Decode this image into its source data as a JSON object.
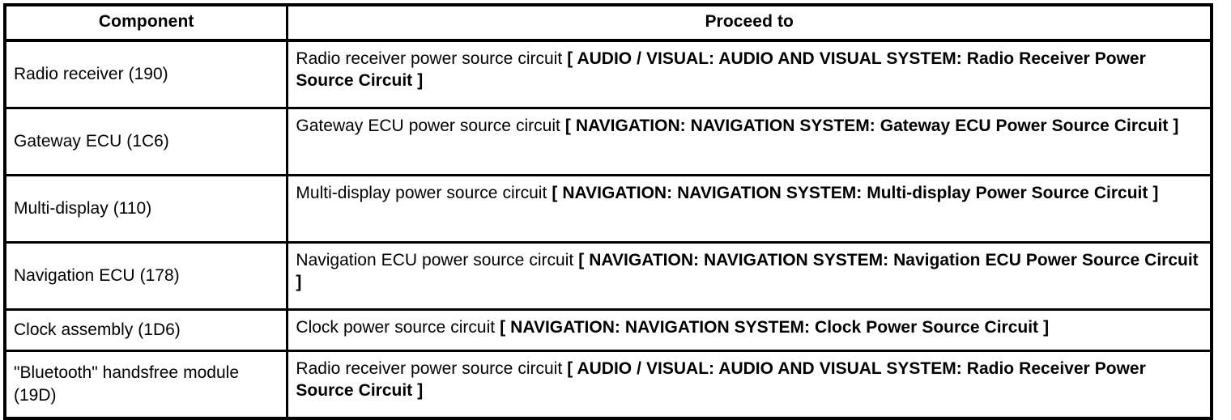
{
  "table": {
    "headers": {
      "component": "Component",
      "proceed_to": "Proceed to"
    },
    "rows": [
      {
        "component": "Radio receiver (190)",
        "proceed_text": "Radio receiver power source circuit ",
        "proceed_ref": "[ AUDIO / VISUAL: AUDIO AND VISUAL SYSTEM: Radio Receiver Power Source Circuit ]",
        "height": "tall"
      },
      {
        "component": "Gateway ECU (1C6)",
        "proceed_text": "Gateway ECU power source circuit ",
        "proceed_ref": "[ NAVIGATION: NAVIGATION SYSTEM: Gateway ECU Power Source Circuit ]",
        "height": "tall"
      },
      {
        "component": "Multi-display (110)",
        "proceed_text": "Multi-display power source circuit ",
        "proceed_ref": "[ NAVIGATION: NAVIGATION SYSTEM: Multi-display Power Source Circuit ]",
        "height": "tall"
      },
      {
        "component": "Navigation ECU (178)",
        "proceed_text": "Navigation ECU power source circuit ",
        "proceed_ref": "[ NAVIGATION: NAVIGATION SYSTEM: Navigation ECU Power Source Circuit ]",
        "height": "tall"
      },
      {
        "component": "Clock assembly (1D6)",
        "proceed_text": "Clock power source circuit ",
        "proceed_ref": "[ NAVIGATION: NAVIGATION SYSTEM: Clock Power Source Circuit ]",
        "height": "short"
      },
      {
        "component": "\"Bluetooth\" handsfree module (19D)",
        "proceed_text": "Radio receiver power source circuit ",
        "proceed_ref": "[ AUDIO / VISUAL: AUDIO AND VISUAL SYSTEM: Radio Receiver Power Source Circuit ]",
        "height": "tall"
      }
    ]
  },
  "colors": {
    "border": "#000000",
    "text": "#000000",
    "background": "#ffffff"
  }
}
